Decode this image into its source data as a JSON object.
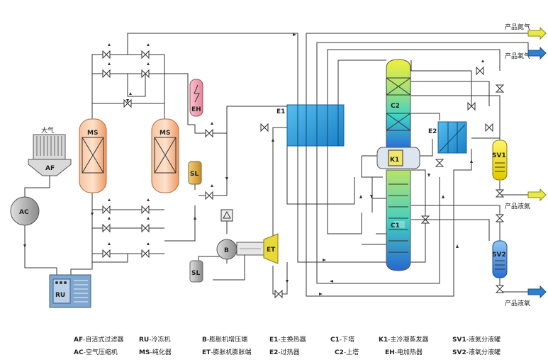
{
  "labels": {
    "atmosphere": "大气",
    "af": "AF",
    "ac": "AC",
    "ru": "RU",
    "ms1": "MS",
    "ms2": "MS",
    "eh": "EH",
    "sl1": "SL",
    "sl2": "SL",
    "b": "B",
    "et": "ET",
    "e1": "E1",
    "e2": "E2",
    "c1": "C1",
    "c2": "C2",
    "k1": "K1",
    "sv1": "SV1",
    "sv2": "SV2"
  },
  "outputs": {
    "n2_gas": "产品氮气",
    "o2_gas": "产品氧气",
    "lin": "产品液氮",
    "lox": "产品液氧"
  },
  "legend": [
    {
      "code": "AF",
      "desc": "-自洁式过滤器"
    },
    {
      "code": "RU",
      "desc": "-冷冻机"
    },
    {
      "code": "B",
      "desc": "-膨胀机增压端"
    },
    {
      "code": "E1",
      "desc": "-主换热器"
    },
    {
      "code": "C1",
      "desc": "-下塔"
    },
    {
      "code": "K1",
      "desc": "-主冷凝蒸发器"
    },
    {
      "code": "SV1",
      "desc": "-液氮分液罐"
    },
    {
      "code": "AC",
      "desc": "-空气压缩机"
    },
    {
      "code": "MS",
      "desc": "-纯化器"
    },
    {
      "code": "ET",
      "desc": "-膨胀机膨胀端"
    },
    {
      "code": "E2",
      "desc": "-过热器"
    },
    {
      "code": "C2",
      "desc": "-上塔"
    },
    {
      "code": "EH",
      "desc": "-电加热器"
    },
    {
      "code": "SV2",
      "desc": "-液氧分液罐"
    }
  ],
  "colors": {
    "n2_arrow": "#e8e84a",
    "o2_arrow": "#2e7fd0",
    "ms_fill": "#f4b083",
    "hx_fill": "#2b9fd8",
    "eh_fill": "#f2a7b5",
    "sl_fill": "#d8a84a",
    "ru_fill": "#7fa7cf"
  }
}
